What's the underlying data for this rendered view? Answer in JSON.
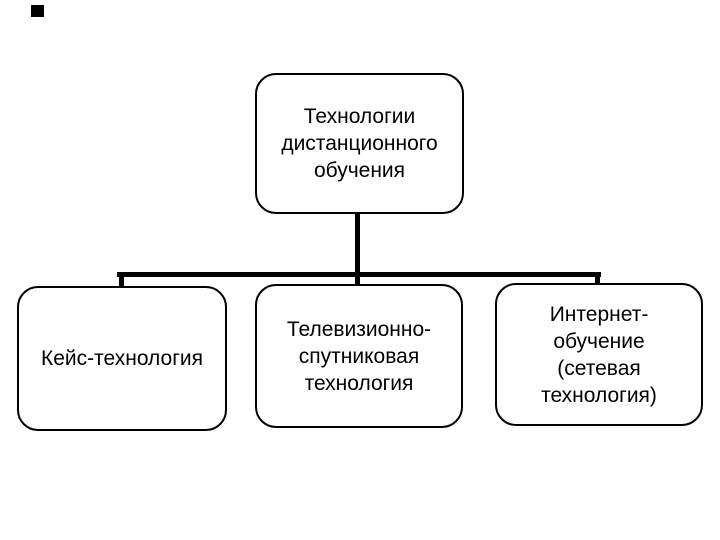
{
  "canvas": {
    "background": "#ffffff",
    "line_color": "#000000",
    "box_fill": "#ffffff",
    "box_border_color": "#000000",
    "text_color": "#000000"
  },
  "decor": {
    "corner_marker": "small-black-square"
  },
  "diagram": {
    "type": "tree",
    "root": {
      "title": "Технологии дистанционного обучения",
      "lines": [
        "Технологии",
        "дистанционного",
        "обучения"
      ]
    },
    "children": [
      {
        "title": "Кейс-технология",
        "lines": [
          "Кейс-технология"
        ]
      },
      {
        "title": "Телевизионно-спутниковая технология",
        "lines": [
          "Телевизионно-",
          "спутниковая",
          "технология"
        ]
      },
      {
        "title": "Интернет-обучение (сетевая технология)",
        "lines": [
          "Интернет-",
          "обучение",
          "(сетевая",
          "технология)"
        ]
      }
    ]
  }
}
